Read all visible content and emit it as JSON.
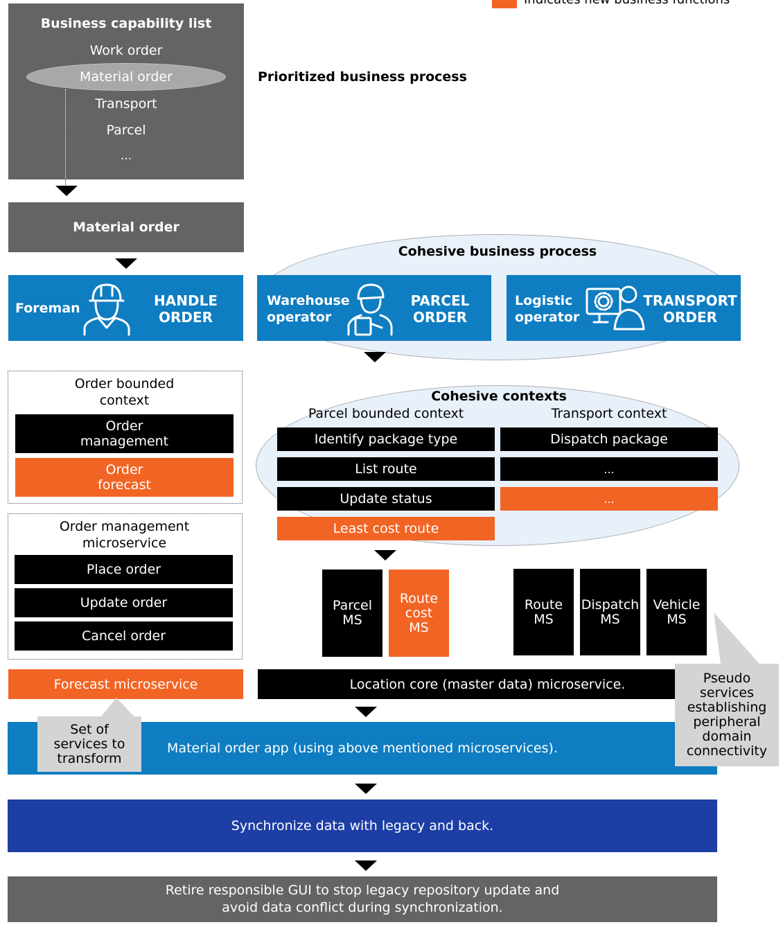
{
  "legend": {
    "label": "Indicates new business functions",
    "color": "#f26424"
  },
  "capability_list": {
    "title": "Business capability list",
    "items": [
      "Work order",
      "Material order",
      "Transport",
      "Parcel",
      "..."
    ]
  },
  "prioritized_label": "Prioritized business process",
  "material_order_box": "Material order",
  "cohesive_process_label": "Cohesive business process",
  "actors": [
    {
      "role": "Foreman",
      "order": "HANDLE\nORDER"
    },
    {
      "role": "Warehouse\noperator",
      "order": "PARCEL\nORDER"
    },
    {
      "role": "Logistic\noperator",
      "order": "TRANSPORT\nORDER"
    }
  ],
  "order_context": {
    "title": "Order bounded context",
    "items": [
      "Order management",
      "Order forecast"
    ]
  },
  "cohesive_contexts": {
    "title": "Cohesive contexts",
    "parcel_title": "Parcel bounded context",
    "transport_title": "Transport context",
    "parcel_items": [
      "Identify package type",
      "List route",
      "Update status",
      "Least cost route"
    ],
    "transport_items": [
      "Dispatch package",
      "...",
      "..."
    ]
  },
  "order_ms": {
    "title": "Order management microservice",
    "items": [
      "Place order",
      "Update order",
      "Cancel order"
    ]
  },
  "microservices": [
    "Parcel\nMS",
    "Route\ncost\nMS",
    "Route\nMS",
    "Dispatch\nMS",
    "Vehicle\nMS"
  ],
  "forecast_ms": "Forecast microservice",
  "location_core": "Location core (master data) microservice.",
  "material_app": "Material order app (using above mentioned microservices).",
  "callout_transform": "Set of\nservices to\ntransform",
  "callout_pseudo": "Pseudo\nservices\nestablishing\nperipheral\ndomain\nconnectivity",
  "sync": "Synchronize data with legacy and back.",
  "retire": "Retire responsible GUI to stop legacy repository update and\navoid data conflict during synchronization."
}
